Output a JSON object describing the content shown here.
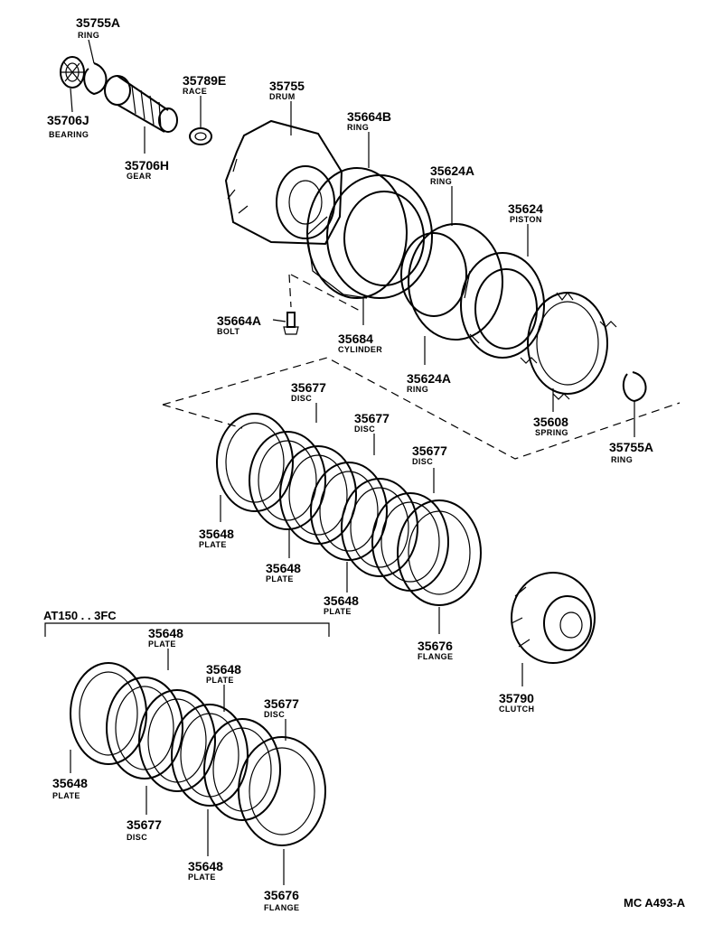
{
  "callouts": [
    {
      "number": "35755A",
      "name": "RING"
    },
    {
      "number": "35706J",
      "name": "BEARING"
    },
    {
      "number": "35706H",
      "name": "GEAR"
    },
    {
      "number": "35789E",
      "name": "RACE"
    },
    {
      "number": "35755",
      "name": "DRUM"
    },
    {
      "number": "35664B",
      "name": "RING"
    },
    {
      "number": "35624A",
      "name": "RING"
    },
    {
      "number": "35624",
      "name": "PISTON"
    },
    {
      "number": "35664A",
      "name": "BOLT"
    },
    {
      "number": "35684",
      "name": "CYLINDER"
    },
    {
      "number": "35624A",
      "name": "RING"
    },
    {
      "number": "35608",
      "name": "SPRING"
    },
    {
      "number": "35755A",
      "name": "RING"
    },
    {
      "number": "35677",
      "name": "DISC"
    },
    {
      "number": "35677",
      "name": "DISC"
    },
    {
      "number": "35677",
      "name": "DISC"
    },
    {
      "number": "35648",
      "name": "PLATE"
    },
    {
      "number": "35648",
      "name": "PLATE"
    },
    {
      "number": "35648",
      "name": "PLATE"
    },
    {
      "number": "35676",
      "name": "FLANGE"
    },
    {
      "number": "35790",
      "name": "CLUTCH"
    },
    {
      "number": "35648",
      "name": "PLATE"
    },
    {
      "number": "35648",
      "name": "PLATE"
    },
    {
      "number": "35677",
      "name": "DISC"
    },
    {
      "number": "35648",
      "name": "PLATE"
    },
    {
      "number": "35677",
      "name": "DISC"
    },
    {
      "number": "35648",
      "name": "PLATE"
    },
    {
      "number": "35676",
      "name": "FLANGE"
    }
  ],
  "variant_label": "AT150 . . 3FC",
  "diagram_code": "MC A493-A"
}
